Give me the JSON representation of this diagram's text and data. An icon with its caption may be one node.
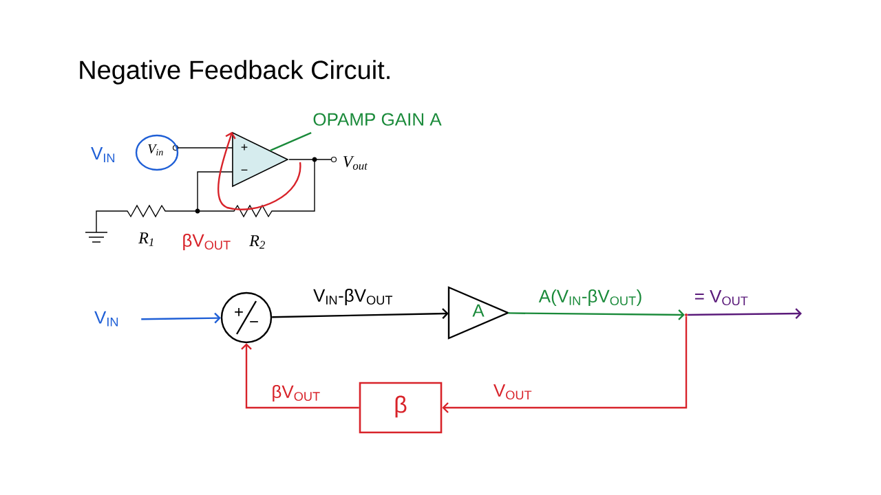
{
  "diagram": {
    "title": "Negative Feedback Circuit.",
    "nodes": [
      {
        "text": [
          "OPAMP GAIN A"
        ]
      },
      {
        "text": [
          "+",
          "−"
        ]
      },
      {
        "text": [
          "V$_{IN}$"
        ]
      },
      {
        "text": [
          "+",
          "−"
        ]
      },
      {
        "text": [
          "A"
        ]
      },
      {
        "text": [],
        "shape": "dot"
      },
      {
        "text": [
          "β"
        ]
      }
    ],
    "edges": [
      {
        "from": 0,
        "to": 1,
        "arrow": "none",
        "color": "#1a8a3a"
      },
      {
        "from": 2,
        "to": 3,
        "arrow": "to",
        "color": "#1f5fd6"
      },
      {
        "from": 3,
        "to": 4,
        "arrow": "to",
        "label": "V$_{IN}$-βV$_{OUT}$",
        "color": "#000000"
      },
      {
        "from": 4,
        "to": 5,
        "arrow": "to",
        "label": "A(V$_{IN}$-βV$_{OUT}$)",
        "color": "#1a8a3a"
      },
      {
        "from": 5,
        "to": null,
        "arrow": "to",
        "label": "= V$_{OUT}$",
        "color": "#5a1a7a"
      },
      {
        "from": 5,
        "to": 6,
        "arrow": "to",
        "label": "V$_{OUT}$",
        "color": "#d8232a"
      },
      {
        "from": 6,
        "to": 3,
        "arrow": "to",
        "label": "βV$_{OUT}$",
        "color": "#d8232a"
      },
      {
        "from": 1,
        "to": 1,
        "arrow": "to",
        "color": "#d8232a"
      }
    ],
    "labels": [
      "V$_{IN}$",
      "V$_{in}$",
      "V$_{out}$",
      "R$_{1}$",
      "βV$_{OUT}$",
      "R$_{2}$"
    ]
  }
}
